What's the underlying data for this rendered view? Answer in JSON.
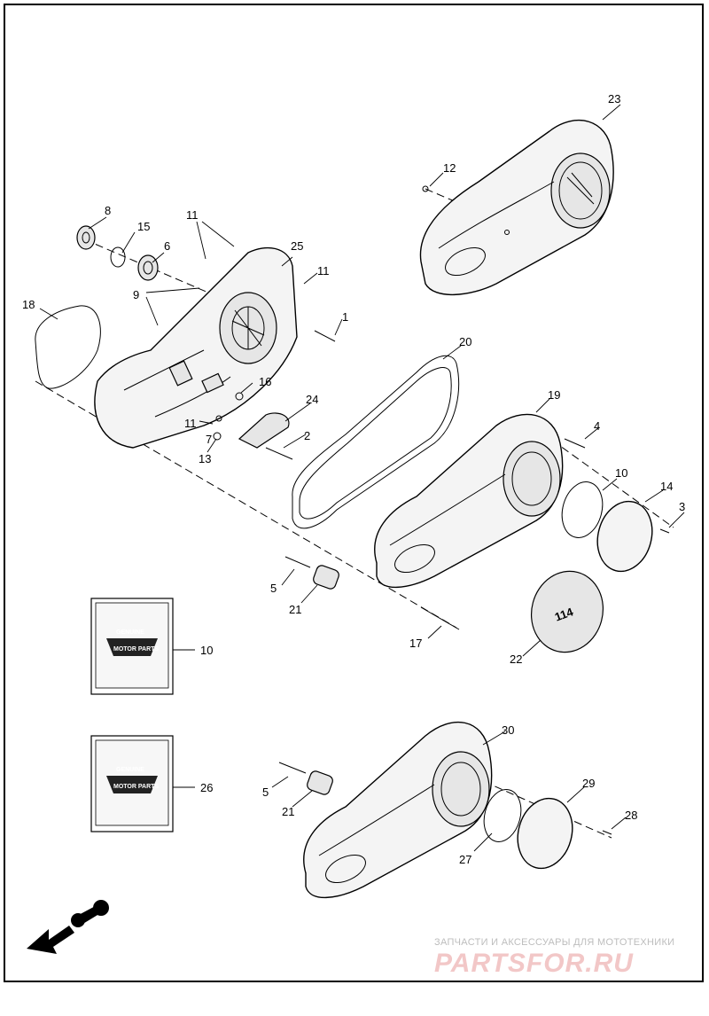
{
  "diagram": {
    "callouts": [
      "1",
      "2",
      "3",
      "4",
      "5",
      "5",
      "6",
      "7",
      "8",
      "9",
      "10",
      "10",
      "11",
      "11",
      "11",
      "12",
      "13",
      "14",
      "15",
      "16",
      "17",
      "18",
      "19",
      "20",
      "21",
      "21",
      "22",
      "23",
      "24",
      "25",
      "26",
      "27",
      "28",
      "29",
      "30"
    ],
    "cover_badge": "114",
    "genuine_box_top": "GENUINE",
    "genuine_box_bottom": "MOTOR PARTS"
  },
  "watermark": {
    "line1": "ЗАПЧАСТИ И АКСЕССУАРЫ ДЛЯ МОТОТЕХНИКИ",
    "line2": "PARTSFOR.RU"
  }
}
